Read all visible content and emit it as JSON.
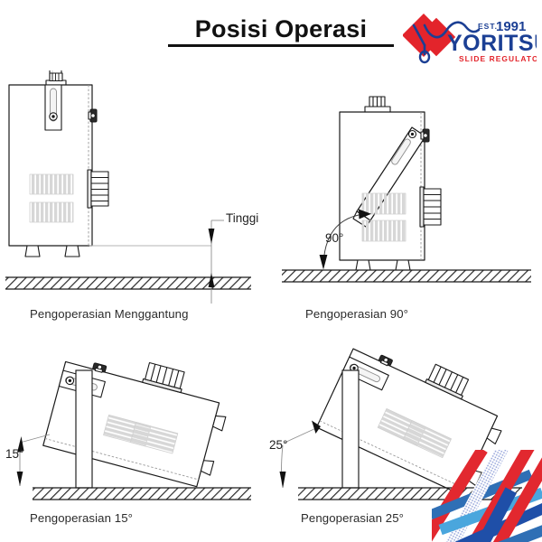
{
  "document": {
    "title": "Posisi Operasi",
    "language": "id",
    "background_color": "#ffffff",
    "line_color": "#1a1a1a"
  },
  "logo": {
    "brand": "YORITSU",
    "tagline": "SLIDE REGULATOR",
    "established_prefix": "EST.",
    "established_year": "1991",
    "brand_color": "#1b3f94",
    "accent_color": "#e3242b",
    "mark": "red-diamond-with-blue-curve"
  },
  "panels": [
    {
      "id": "hanging",
      "caption": "Pengoperasian Menggantung",
      "dimension_label": "Tinggi",
      "device_orientation": "upright-suspended",
      "angle": null
    },
    {
      "id": "ninety",
      "caption": "Pengoperasian 90°",
      "angle_label": "90°",
      "device_orientation": "upright-lever-down",
      "angle": 90
    },
    {
      "id": "fifteen",
      "caption": "Pengoperasian 15°",
      "angle_label": "15°",
      "device_orientation": "tilted-on-side",
      "angle": 15
    },
    {
      "id": "twentyfive",
      "caption": "Pengoperasian 25°",
      "angle_label": "25°",
      "device_orientation": "tilted-on-side",
      "angle": 25
    }
  ],
  "watermark": {
    "description": "overlapping diagonal bars",
    "colors": [
      "#e2282f",
      "#1f4fa8",
      "#4aa6dd",
      "#2f6fb5",
      "#b9c4e8"
    ]
  }
}
